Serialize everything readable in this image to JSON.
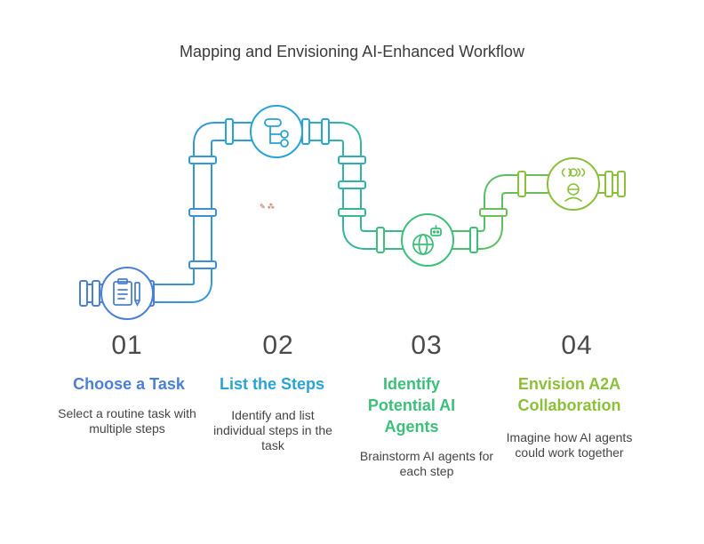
{
  "title": "Mapping and Envisioning AI-Enhanced Workflow",
  "colors": {
    "step1": "#4a7fd4",
    "step2": "#29a3d6",
    "step3": "#3cbf7a",
    "step4": "#8cbf3a"
  },
  "steps": [
    {
      "number": "01",
      "title": "Choose a Task",
      "description": "Select a routine task with multiple steps",
      "icon": "clipboard-pen-icon"
    },
    {
      "number": "02",
      "title": "List the Steps",
      "description": "Identify and list individual steps in the task",
      "icon": "flowchart-icon"
    },
    {
      "number": "03",
      "title": "Identify Potential AI Agents",
      "description": "Brainstorm AI agents for each step",
      "icon": "globe-robot-icon"
    },
    {
      "number": "04",
      "title": "Envision A2A Collaboration",
      "description": "Imagine how AI agents could work together",
      "icon": "agents-collaboration-icon"
    }
  ]
}
